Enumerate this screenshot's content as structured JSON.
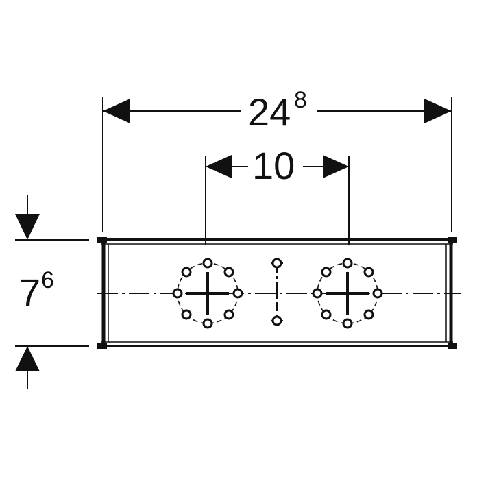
{
  "colors": {
    "ink": "#111111",
    "background": "#ffffff"
  },
  "dimensions": {
    "overall_width": {
      "base": "24",
      "sup": "8"
    },
    "center_distance": {
      "base": "10"
    },
    "height": {
      "base": "7",
      "sup": "6"
    }
  }
}
